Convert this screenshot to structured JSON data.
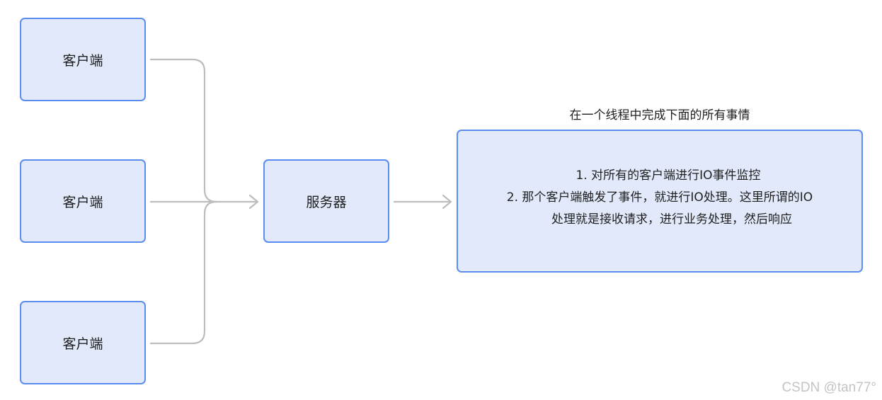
{
  "diagram": {
    "clients": [
      {
        "label": "客户端"
      },
      {
        "label": "客户端"
      },
      {
        "label": "客户端"
      }
    ],
    "server": {
      "label": "服务器"
    },
    "task": {
      "title": "在一个线程中完成下面的所有事情",
      "lines": [
        "1. 对所有的客户端进行IO事件监控",
        "2. 那个客户端触发了事件，就进行IO处理。这里所谓的IO",
        "处理就是接收请求，进行业务处理，然后响应"
      ]
    }
  },
  "colors": {
    "node_fill": "#e1e9fb",
    "node_border": "#5b8def",
    "connector": "#bdbdbd"
  },
  "watermark": "CSDN @tan77°"
}
